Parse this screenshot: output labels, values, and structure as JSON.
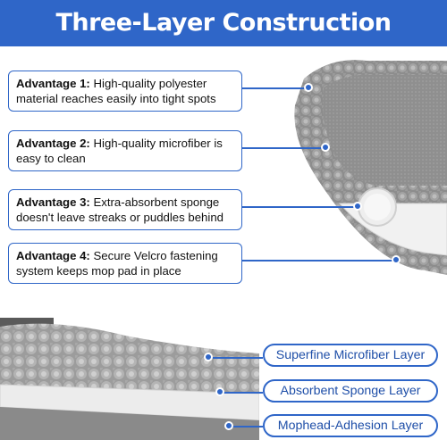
{
  "title": "Three-Layer Construction",
  "advantages": [
    {
      "label": "Advantage 1:",
      "text": "High-quality polyester material reaches easily into tight spots"
    },
    {
      "label": "Advantage 2:",
      "text": "High-quality microfiber is easy to clean"
    },
    {
      "label": "Advantage 3:",
      "text": "Extra-absorbent sponge doesn't leave streaks or puddles behind"
    },
    {
      "label": "Advantage 4:",
      "text": "Secure Velcro fastening system keeps mop pad in place"
    }
  ],
  "layers": [
    {
      "label": "Superfine Microfiber Layer"
    },
    {
      "label": "Absorbent Sponge Layer"
    },
    {
      "label": "Mophead-Adhesion Layer"
    }
  ],
  "colors": {
    "accent": "#2f66c8",
    "mop_gray": "#8a8a8a",
    "sponge_white": "#f0f0f0"
  }
}
